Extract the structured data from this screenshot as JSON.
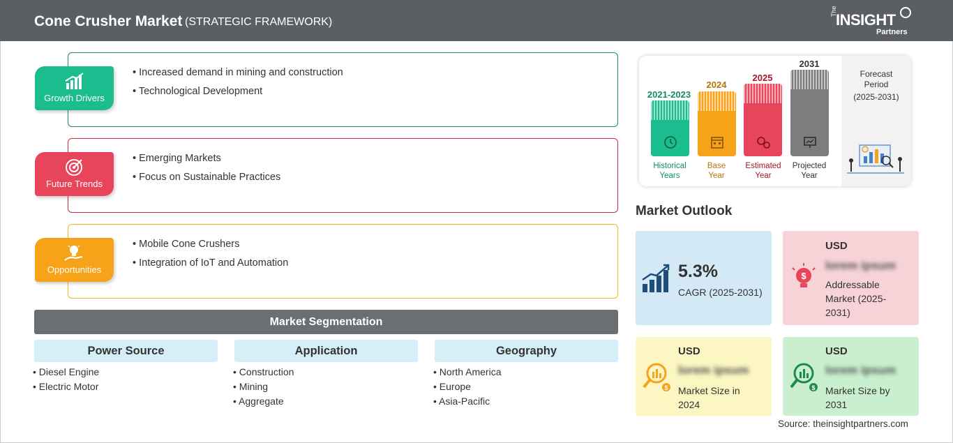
{
  "header": {
    "title": "Cone Crusher Market",
    "subtitle": "(STRATEGIC FRAMEWORK)",
    "logo": {
      "the": "The",
      "insight": "INSIGHT",
      "partners": "Partners"
    }
  },
  "drivers": [
    {
      "label": "Growth Drivers",
      "icon": "growth-chart-icon",
      "color": "#1bbd8f",
      "border": "#1e8a6e",
      "items": [
        "Increased demand in mining and construction",
        "Technological Development"
      ]
    },
    {
      "label": "Future Trends",
      "icon": "target-icon",
      "color": "#e8445a",
      "border": "#c92a3c",
      "items": [
        "Emerging Markets",
        "Focus on Sustainable Practices"
      ]
    },
    {
      "label": "Opportunities",
      "icon": "lightbulb-hand-icon",
      "color": "#f7a31a",
      "border": "#f0b81e",
      "items": [
        "Mobile Cone Crushers",
        "Integration of IoT and Automation"
      ]
    }
  ],
  "segmentation": {
    "title": "Market Segmentation",
    "columns": [
      {
        "heading": "Power Source",
        "items": [
          "Diesel Engine",
          "Electric Motor"
        ]
      },
      {
        "heading": "Application",
        "items": [
          "Construction",
          "Mining",
          "Aggregate"
        ]
      },
      {
        "heading": "Geography",
        "items": [
          "North America",
          "Europe",
          "Asia-Pacific"
        ]
      }
    ]
  },
  "timeline": {
    "bars": [
      {
        "year": "2021-2023",
        "label_line1": "Historical",
        "label_line2": "Years",
        "color": "#1bbd8f",
        "text_color": "#138a68",
        "icon": "history-clock-icon"
      },
      {
        "year": "2024",
        "label_line1": "Base",
        "label_line2": "Year",
        "color": "#f7a31a",
        "text_color": "#b5740a",
        "icon": "calendar-icon"
      },
      {
        "year": "2025",
        "label_line1": "Estimated",
        "label_line2": "Year",
        "color": "#e8445a",
        "text_color": "#a8182b",
        "icon": "gears-icon"
      },
      {
        "year": "2031",
        "label_line1": "Projected",
        "label_line2": "Year",
        "color": "#7d7d7d",
        "text_color": "#333333",
        "icon": "presentation-icon"
      }
    ],
    "forecast": {
      "line1": "Forecast",
      "line2": "Period",
      "line3": "(2025-2031)"
    }
  },
  "market_outlook": {
    "title": "Market Outlook",
    "cagr": {
      "value": "5.3%",
      "label": "CAGR (2025-2031)",
      "bg": "#d3e9f5"
    },
    "addressable": {
      "currency": "USD",
      "value": "lorem ipsum",
      "line1": "Addressable",
      "line2": "Market (2025-",
      "line3": "2031)",
      "bg": "#f7d3d8"
    },
    "size_2024": {
      "currency": "USD",
      "value": "lorem ipsum",
      "line1": "Market Size in",
      "line2": "2024",
      "bg": "#fbf6c2"
    },
    "size_2031": {
      "currency": "USD",
      "value": "lorem ipsum",
      "line1": "Market Size by",
      "line2": "2031",
      "bg": "#c9efcf"
    }
  },
  "source": "Source: theinsightpartners.com"
}
